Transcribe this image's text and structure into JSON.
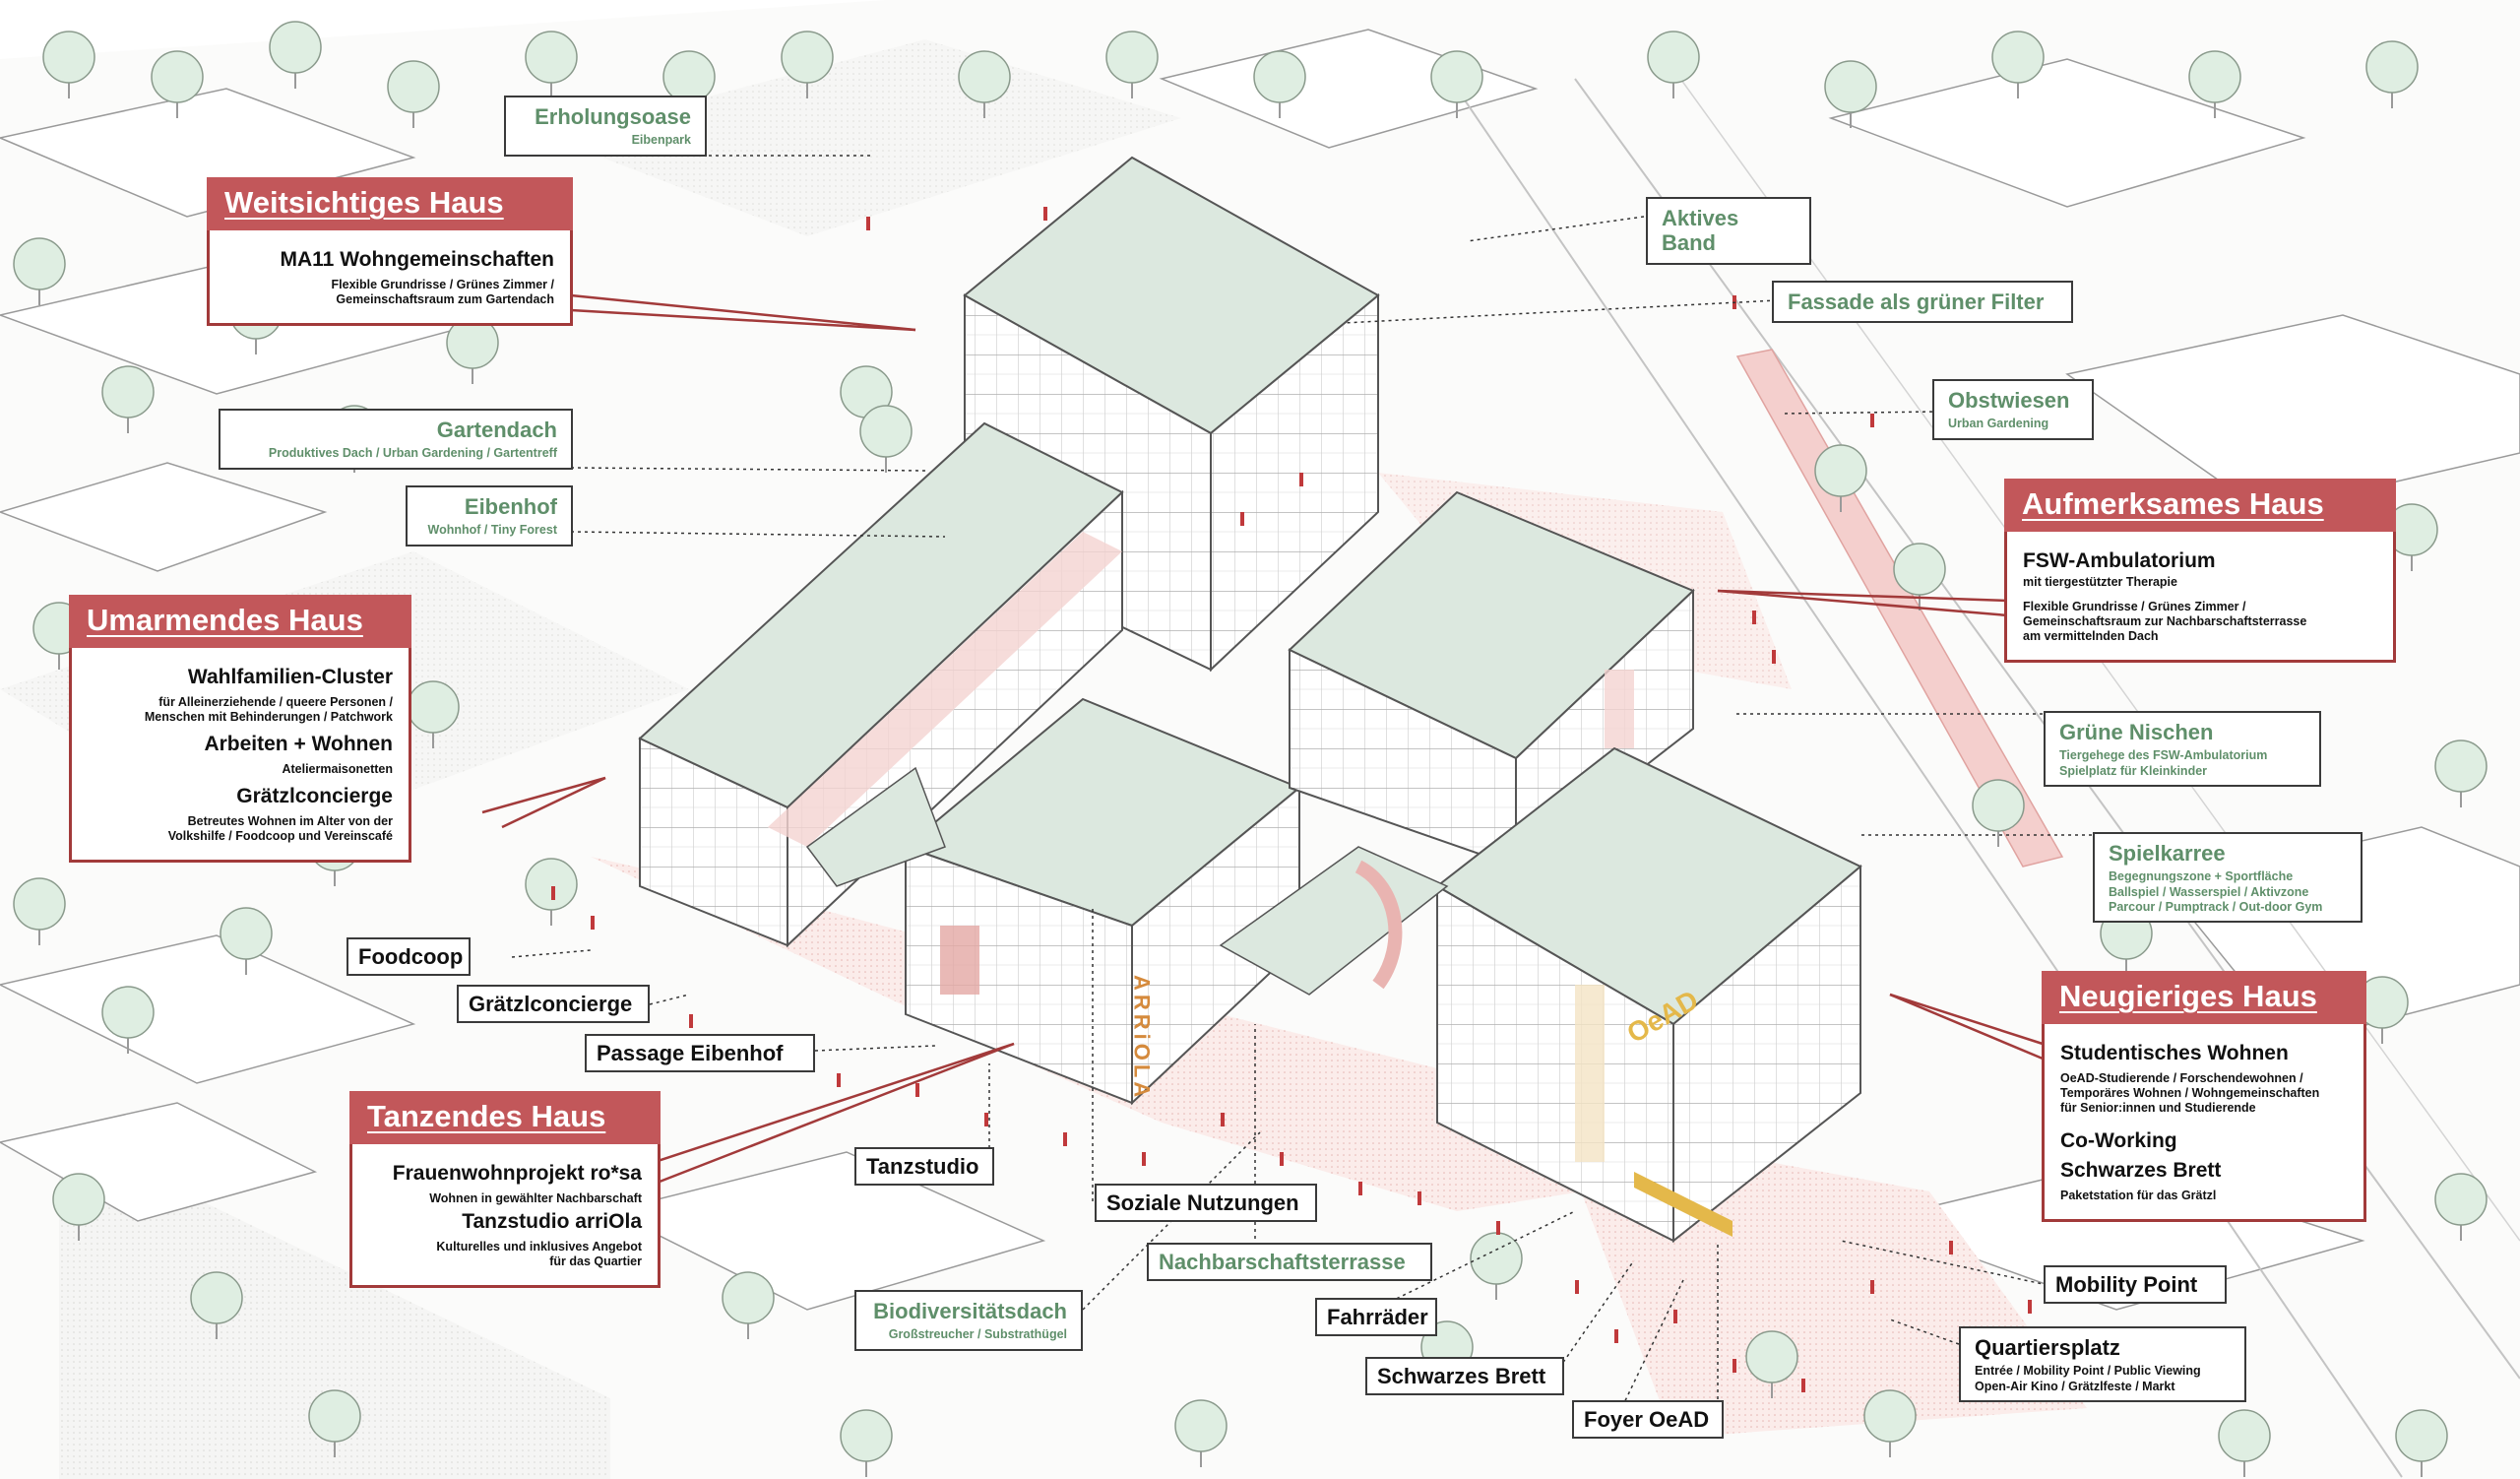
{
  "colors": {
    "accent": "#c2575a",
    "accent_border": "#a23a3a",
    "label_green": "#5f8f6a",
    "roof_green": "#dce8df",
    "pink": "#f4d3d1",
    "tree": "#dfeee2"
  },
  "labels": {
    "erholungsoase": {
      "title": "Erholungsoase",
      "sub": "Eibenpark"
    },
    "aktives_band": {
      "title": "Aktives Band"
    },
    "fassade": {
      "title": "Fassade als grüner Filter"
    },
    "obstwiesen": {
      "title": "Obstwiesen",
      "sub": "Urban Gardening"
    },
    "gartendach": {
      "title": "Gartendach",
      "sub": "Produktives Dach / Urban Gardening / Gartentreff"
    },
    "eibenhof": {
      "title": "Eibenhof",
      "sub": "Wohnhof / Tiny Forest"
    },
    "gruene_nischen": {
      "title": "Grüne Nischen",
      "sub1": "Tiergehege des FSW-Ambulatorium",
      "sub2": "Spielplatz für Kleinkinder"
    },
    "spielkarree": {
      "title": "Spielkarree",
      "sub1": "Begegnungszone + Sportfläche",
      "sub2": "Ballspiel / Wasserspiel / Aktivzone",
      "sub3": "Parcour / Pumptrack / Out-door Gym"
    },
    "foodcoop": {
      "title": "Foodcoop"
    },
    "graetzlconcierge": {
      "title": "Grätzlconcierge"
    },
    "passage": {
      "title": "Passage Eibenhof"
    },
    "tanzstudio": {
      "title": "Tanzstudio"
    },
    "soziale": {
      "title": "Soziale Nutzungen"
    },
    "nachbarschaftsterrasse": {
      "title": "Nachbarschaftsterrasse"
    },
    "biodiversitaetsdach": {
      "title": "Biodiversitätsdach",
      "sub": "Großstreucher / Substrathügel"
    },
    "fahrraeder": {
      "title": "Fahrräder"
    },
    "schwarzes_brett": {
      "title": "Schwarzes Brett"
    },
    "foyer": {
      "title": "Foyer OeAD"
    },
    "mobility": {
      "title": "Mobility Point"
    },
    "quartiersplatz": {
      "title": "Quartiersplatz",
      "sub1": "Entrée / Mobility Point / Public Viewing",
      "sub2": "Open-Air Kino / Grätzlfeste / Markt"
    }
  },
  "houses": {
    "weitsichtig": {
      "title": "Weitsichtiges Haus",
      "h1": "MA11 Wohngemeinschaften",
      "s1": "Flexible Grundrisse / Grünes Zimmer /",
      "s2": "Gemeinschaftsraum zum Gartendach"
    },
    "umarmend": {
      "title": "Umarmendes Haus",
      "h1": "Wahlfamilien-Cluster",
      "s1a": "für Alleinerziehende / queere Personen /",
      "s1b": "Menschen mit Behinderungen / Patchwork",
      "h2": "Arbeiten + Wohnen",
      "s2": "Ateliermaisonetten",
      "h3": "Grätzlconcierge",
      "s3a": "Betreutes Wohnen im Alter von der",
      "s3b": "Volkshilfe / Foodcoop und Vereinscafé"
    },
    "tanzend": {
      "title": "Tanzendes Haus",
      "h1": "Frauenwohnprojekt ro*sa",
      "s1": "Wohnen in gewählter Nachbarschaft",
      "h2": "Tanzstudio arriOla",
      "s2a": "Kulturelles und inklusives Angebot",
      "s2b": "für das Quartier"
    },
    "aufmerksam": {
      "title": "Aufmerksames Haus",
      "h1": "FSW-Ambulatorium",
      "s1": "mit tiergestützter Therapie",
      "s2a": "Flexible Grundrisse / Grünes Zimmer /",
      "s2b": "Gemeinschaftsraum zur Nachbarschaftsterrasse",
      "s2c": "am vermittelnden Dach"
    },
    "neugierig": {
      "title": "Neugieriges Haus",
      "h1": "Studentisches Wohnen",
      "s1a": "OeAD-Studierende / Forschendewohnen /",
      "s1b": "Temporäres Wohnen / Wohngemeinschaften",
      "s1c": "für Senior:innen und Studierende",
      "h2": "Co-Working",
      "h3": "Schwarzes Brett",
      "s3": "Paketstation für das Grätzl"
    }
  },
  "facade_signs": {
    "arriola": "ARRiOLA",
    "oead": "OeAD"
  }
}
